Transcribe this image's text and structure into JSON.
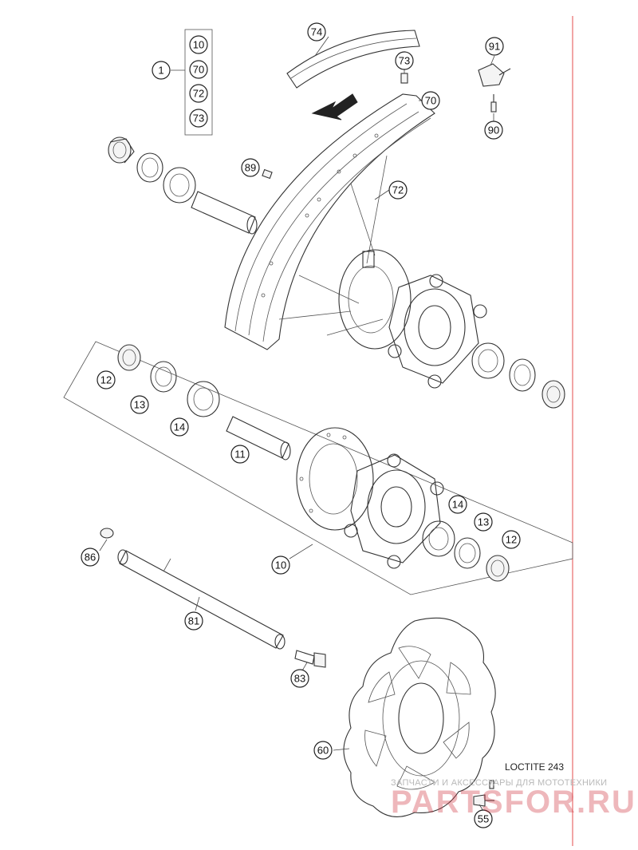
{
  "callouts": {
    "c1": "1",
    "c10_kit": "10",
    "c70_kit": "70",
    "c72_kit": "72",
    "c73_kit": "73",
    "c74": "74",
    "c73": "73",
    "c70": "70",
    "c91": "91",
    "c90": "90",
    "c89": "89",
    "c72": "72",
    "c12a": "12",
    "c13a": "13",
    "c14a": "14",
    "c11": "11",
    "c14b": "14",
    "c13b": "13",
    "c12b": "12",
    "c10": "10",
    "c86": "86",
    "c81": "81",
    "c83": "83",
    "c60": "60",
    "c55": "55"
  },
  "notes": {
    "loctite": "LOCTITE 243"
  },
  "watermark": {
    "caption": "ЗАПЧАСТИ И АКСЕССУАРЫ ДЛЯ МОТОТЕХНИКИ",
    "brand": "PARTSFOR.RU"
  },
  "colors": {
    "border_line": "#e34b4b",
    "ink": "#333333"
  }
}
